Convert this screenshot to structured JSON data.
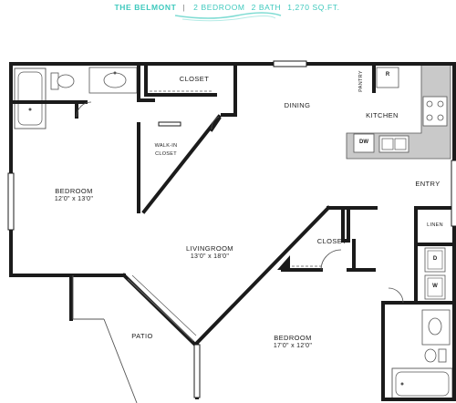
{
  "header": {
    "name": "THE BELMONT",
    "divider": "|",
    "bedrooms": "2 BEDROOM",
    "bathrooms": "2 BATH",
    "area": "1,270 SQ.FT.",
    "accent_color": "#3ec9bd"
  },
  "rooms": {
    "closet_top": "CLOSET",
    "dining": "DINING",
    "pantry": "PANTRY",
    "kitchen": "KITCHEN",
    "walkin_line1": "WALK-IN",
    "walkin_line2": "CLOSET",
    "entry": "ENTRY",
    "bedroom_left": "BEDROOM",
    "bedroom_left_dim": "12'0\" x 13'0\"",
    "livingroom": "LIVINGROOM",
    "livingroom_dim": "13'0\" x 18'0\"",
    "closet_right": "CLOSET",
    "linen": "LINEN",
    "patio": "PATIO",
    "bedroom_right": "BEDROOM",
    "bedroom_right_dim": "17'0\" x 12'0\""
  },
  "appliances": {
    "refrigerator": "R",
    "dishwasher": "DW",
    "dryer": "D",
    "washer": "W"
  },
  "colors": {
    "wall": "#1b1b1b",
    "kitchen_counter": "#c9c9c9",
    "fixture_stroke": "#555555"
  }
}
